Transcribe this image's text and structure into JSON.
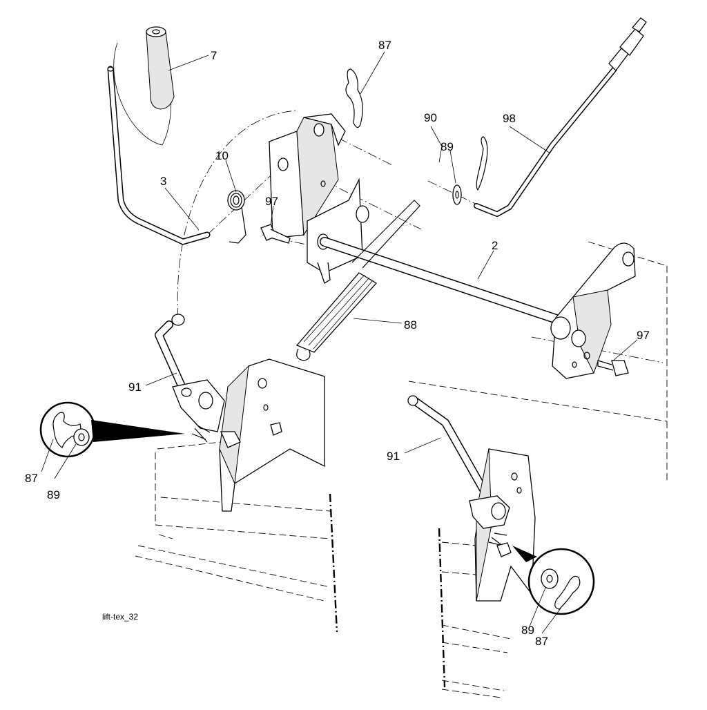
{
  "callouts": {
    "c7": "7",
    "c3": "3",
    "c10": "10",
    "c87_top": "87",
    "c97_top": "97",
    "c90": "90",
    "c89_top": "89",
    "c98": "98",
    "c2": "2",
    "c88": "88",
    "c97_right": "97",
    "c91_left": "91",
    "c91_right": "91",
    "c87_left": "87",
    "c89_left": "89",
    "c89_right": "89",
    "c87_right": "87"
  },
  "figure_id": "lift-tex_32"
}
